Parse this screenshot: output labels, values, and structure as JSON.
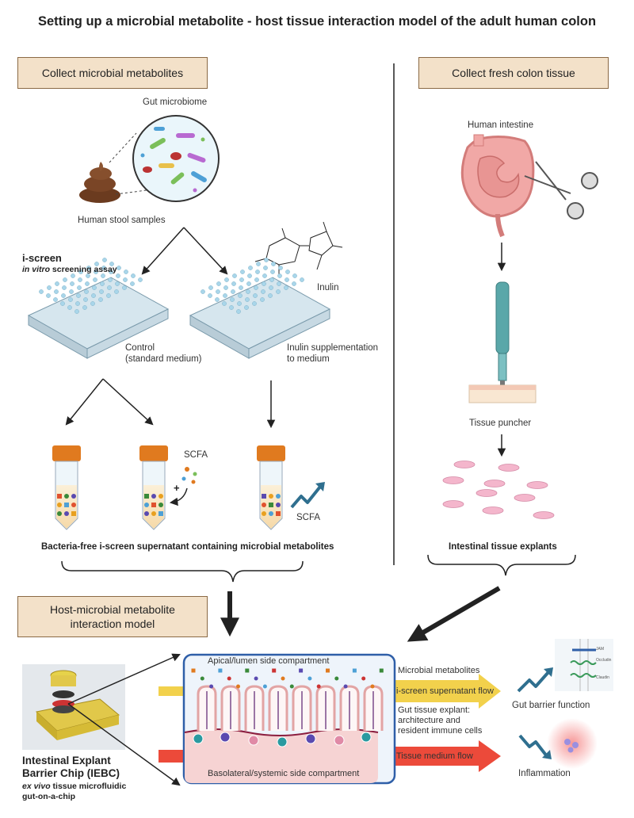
{
  "title": "Setting up a microbial metabolite - host tissue interaction model of the adult human colon",
  "left_panel": {
    "header": "Collect microbial metabolites",
    "gut_microbiome": "Gut microbiome",
    "stool": "Human stool samples",
    "iscreen_title": "i-screen",
    "iscreen_sub_italic": "in vitro",
    "iscreen_sub_rest": " screening assay",
    "inulin": "Inulin",
    "control": "Control\n(standard medium)",
    "inulin_supp": "Inulin supplementation\nto medium",
    "scfa_1": "SCFA",
    "scfa_2": "SCFA",
    "plus": "+",
    "supernatant": "Bacteria-free i-screen supernatant containing microbial metabolites"
  },
  "right_panel": {
    "header": "Collect fresh colon tissue",
    "intestine": "Human intestine",
    "puncher": "Tissue puncher",
    "explants": "Intestinal tissue explants"
  },
  "model": {
    "header": "Host-microbial metabolite\ninteraction model",
    "chip_title": "Intestinal Explant\nBarrier Chip (IEBC)",
    "chip_sub_italic": "ex vivo",
    "chip_sub_rest": " tissue microfluidic\ngut-on-a-chip",
    "apical": "Apical/lumen side compartment",
    "basolateral": "Basolateral/systemic side compartment",
    "microbial_metabolites": "Microbial metabolites",
    "iscreen_flow": "i-screen supernatant flow",
    "tissue_explant": "Gut tissue explant:\narchitecture and\nresident immune cells",
    "tissue_medium_flow": "Tissue medium flow",
    "barrier": "Gut barrier function",
    "inflammation": "Inflammation",
    "junction_labels": [
      "JAM",
      "Occludin",
      "Claudin"
    ]
  },
  "colors": {
    "header_fill": "#f3e1c9",
    "header_border": "#8b6a45",
    "yellow_flow": "#f2d14c",
    "red_flow": "#ec4a3a",
    "chip_border": "#2f5fa8"
  }
}
